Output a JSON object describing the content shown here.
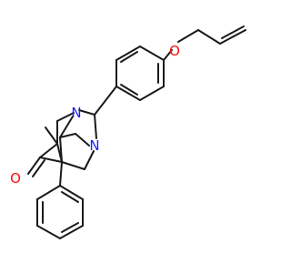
{
  "molecule": {
    "atoms": {
      "n_top": {
        "label": "N",
        "color": "#1a1aff"
      },
      "n_bottom": {
        "label": "N",
        "color": "#1a1aff"
      },
      "o_ether": {
        "label": "O",
        "color": "#ff0d0d"
      },
      "o_ketone": {
        "label": "O",
        "color": "#ff0d0d"
      }
    },
    "bond_color": "#1a1a1a"
  }
}
